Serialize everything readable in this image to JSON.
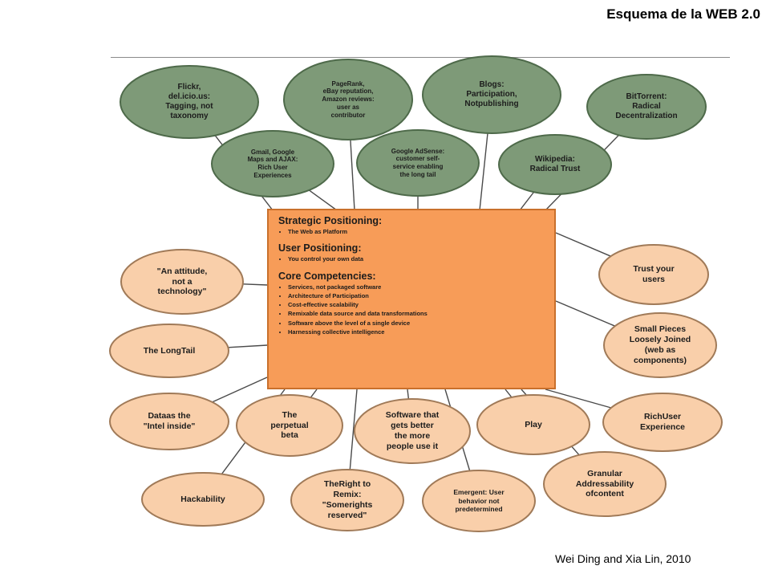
{
  "title": "Esquema de la WEB 2.0",
  "credit": "Wei Ding and Xia Lin, 2010",
  "colors": {
    "green_fill": "#7e9a78",
    "green_stroke": "#4e6a4a",
    "peach_fill": "#f9cfaa",
    "peach_stroke": "#a07a58",
    "center_fill": "#f79c58"
  },
  "center": {
    "sections": [
      {
        "heading": "Strategic Positioning:",
        "items": [
          "The Web as Platform"
        ]
      },
      {
        "heading": "User Positioning:",
        "items": [
          "You control your own data"
        ]
      },
      {
        "heading": "Core Competencies:",
        "items": [
          "Services, not packaged software",
          "Architecture of Participation",
          "Cost-effective scalability",
          "Remixable data source and data  transformations",
          "Software above the level of a single device",
          "Harnessing collective intelligence"
        ]
      }
    ]
  },
  "nodes": [
    {
      "id": "flickr",
      "type": "green",
      "text": "Flickr,\ndel.icio.us:\nTagging, not\ntaxonomy"
    },
    {
      "id": "pagerank",
      "type": "green",
      "small": true,
      "text": "PageRank,\neBay reputation,\nAmazon reviews:\nuser as\ncontributor"
    },
    {
      "id": "blogs",
      "type": "green",
      "text": "Blogs:\nParticipation,\nNotpublishing"
    },
    {
      "id": "bittorrent",
      "type": "green",
      "text": "BitTorrent:\nRadical\nDecentralization"
    },
    {
      "id": "gmail",
      "type": "green",
      "small": true,
      "text": "Gmail, Google\nMaps and AJAX:\nRich User\nExperiences"
    },
    {
      "id": "adsense",
      "type": "green",
      "small": true,
      "text": "Google AdSense:\ncustomer self-\nservice enabling\nthe long tail"
    },
    {
      "id": "wikipedia",
      "type": "green",
      "text": "Wikipedia:\nRadical Trust"
    },
    {
      "id": "attitude",
      "type": "peach",
      "text": "\"An attitude,\nnot a\ntechnology\""
    },
    {
      "id": "longtail",
      "type": "peach",
      "text": "The LongTail"
    },
    {
      "id": "data",
      "type": "peach",
      "text": "Dataas the\n\"Intel inside\""
    },
    {
      "id": "hackability",
      "type": "peach",
      "text": "Hackability"
    },
    {
      "id": "perpetual",
      "type": "peach",
      "text": "The\nperpetual\nbeta"
    },
    {
      "id": "better",
      "type": "peach",
      "text": "Software that\ngets better\nthe more\npeople use it"
    },
    {
      "id": "remix",
      "type": "peach",
      "text": "TheRight to\nRemix:\n\"Somerights\nreserved\""
    },
    {
      "id": "emergent",
      "type": "peach",
      "small": true,
      "text": "Emergent: User\nbehavior not\npredetermined"
    },
    {
      "id": "play",
      "type": "peach",
      "text": "Play"
    },
    {
      "id": "trust",
      "type": "peach",
      "text": "Trust your\nusers"
    },
    {
      "id": "smallpieces",
      "type": "peach",
      "text": "Small Pieces\nLoosely Joined\n(web as\ncomponents)"
    },
    {
      "id": "richuser",
      "type": "peach",
      "text": "RichUser\nExperience"
    },
    {
      "id": "granular",
      "type": "peach",
      "text": "Granular\nAddressability\nofcontent"
    }
  ]
}
